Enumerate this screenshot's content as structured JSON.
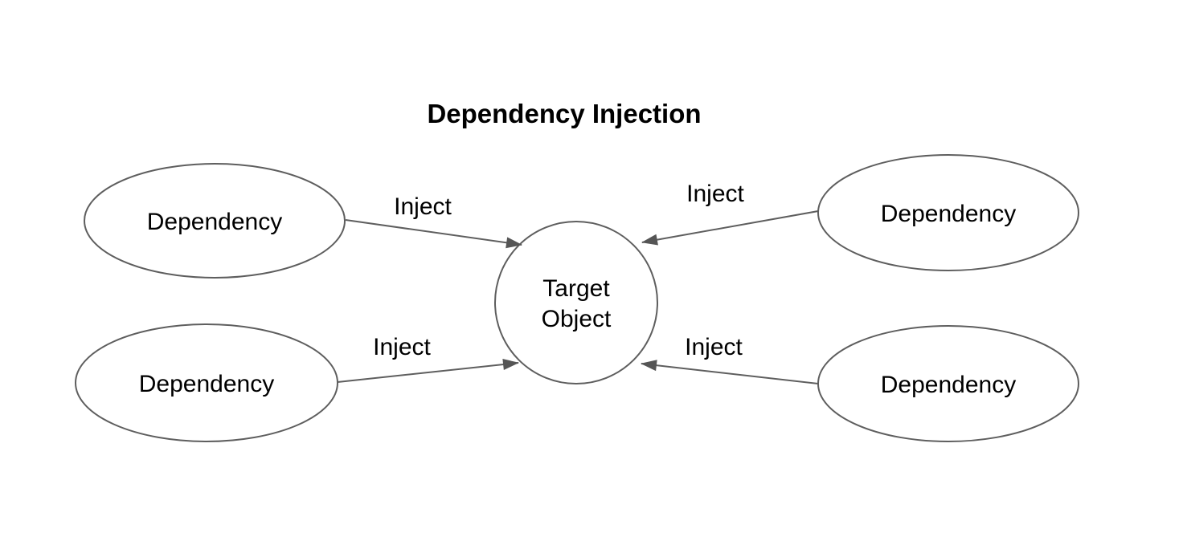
{
  "diagram": {
    "title": "Dependency Injection",
    "colors": {
      "shape_stroke": "#5e5e5e",
      "arrow_line": "#5e5e5e",
      "arrowhead_fill": "#555555",
      "text": "#000000",
      "shape_fill": "#ffffff",
      "background": "#ffffff"
    },
    "target": {
      "line1": "Target",
      "line2": "Object"
    },
    "nodes": [
      {
        "id": "top-left",
        "label": "Dependency"
      },
      {
        "id": "top-right",
        "label": "Dependency"
      },
      {
        "id": "bottom-left",
        "label": "Dependency"
      },
      {
        "id": "bottom-right",
        "label": "Dependency"
      }
    ],
    "edges": [
      {
        "from": "top-left",
        "to": "target",
        "label": "Inject"
      },
      {
        "from": "top-right",
        "to": "target",
        "label": "Inject"
      },
      {
        "from": "bottom-left",
        "to": "target",
        "label": "Inject"
      },
      {
        "from": "bottom-right",
        "to": "target",
        "label": "Inject"
      }
    ]
  }
}
